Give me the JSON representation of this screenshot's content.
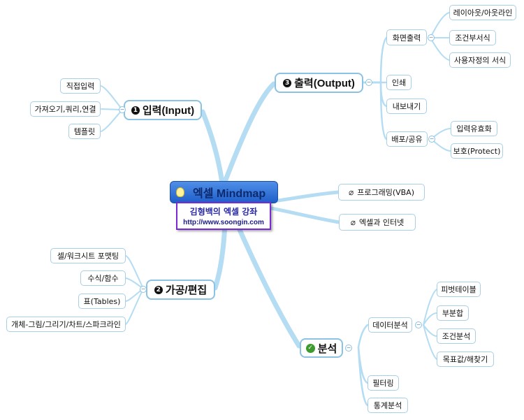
{
  "colors": {
    "connector": "#b4dcf3",
    "node_border": "#a9cfe6",
    "center_fill": "#2f6fd8",
    "banner_border": "#7a2ad1"
  },
  "center": {
    "title": "엑셀 Mindmap",
    "icon": "lightbulb-icon"
  },
  "banner": {
    "line1": "김형백의 엑셀 강좌",
    "line2": "http://www.soongin.com"
  },
  "input": {
    "badge": "1",
    "label": "입력(Input)",
    "children": [
      "직접입력",
      "가져오기,쿼리,연결",
      "템플릿"
    ]
  },
  "output": {
    "badge": "3",
    "label": "출력(Output)",
    "screen": {
      "label": "화면출력",
      "children": [
        "레이아웃/아웃라인",
        "조건부서식",
        "사용자정의 서식"
      ]
    },
    "print": "인쇄",
    "export": "내보내기",
    "share": {
      "label": "배포/공유",
      "children": [
        "입력유효화",
        "보호(Protect)"
      ]
    }
  },
  "programming": {
    "label": "프로그래밍(VBA)",
    "icon": "paperclip-icon"
  },
  "internet": {
    "label": "엑셀과 인터넷",
    "icon": "paperclip-icon"
  },
  "processing": {
    "badge": "2",
    "label": "가공/편집",
    "children": [
      "셀/워크시트 포맷팅",
      "수식/함수",
      "표(Tables)",
      "개체-그림/그리기/차트/스파크라인"
    ]
  },
  "analysis": {
    "label": "분석",
    "icon": "check-icon",
    "data": {
      "label": "데이터분석",
      "children": [
        "피벗테이블",
        "부분합",
        "조건분석",
        "목표값/해찾기"
      ]
    },
    "filter": "필터링",
    "stats": "통계분석"
  }
}
